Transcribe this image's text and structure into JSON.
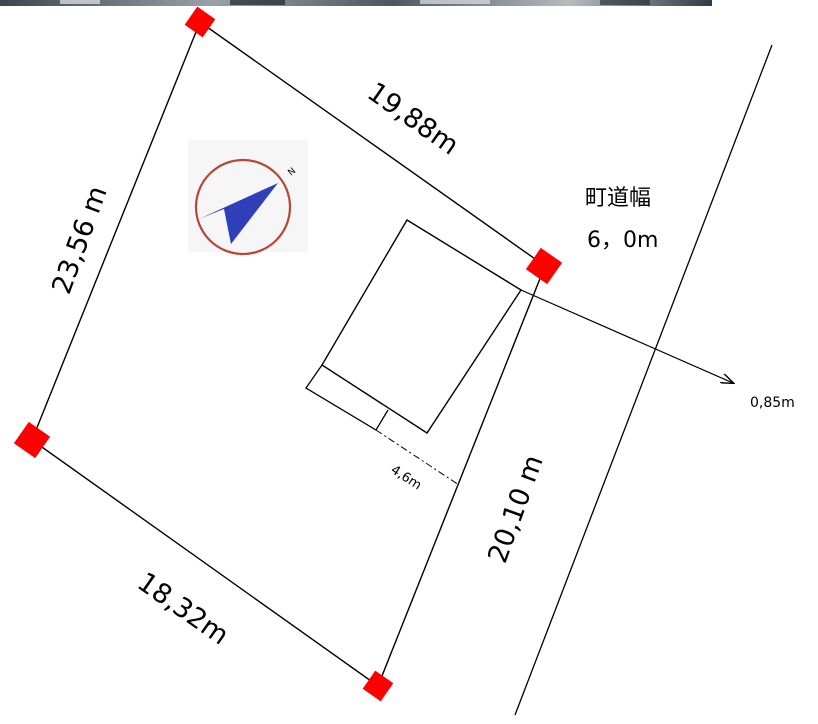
{
  "photo_strip": {
    "description_colors": [
      "#2e3640",
      "#8a9099",
      "#c9ccd0"
    ]
  },
  "compass": {
    "north_label": "N",
    "ring_color": "#b5473a",
    "arrow_color": "#2e3fb8"
  },
  "boundary": {
    "side_top": "19,88m",
    "side_left": "23,56 m",
    "side_bottom": "18,32m",
    "side_right": "20,10 m",
    "marker_color": "#ff0000"
  },
  "building": {
    "setback_side": "4,6m",
    "setback_road": "0,85m"
  },
  "road": {
    "name": "町道幅",
    "width": "6，0m"
  }
}
